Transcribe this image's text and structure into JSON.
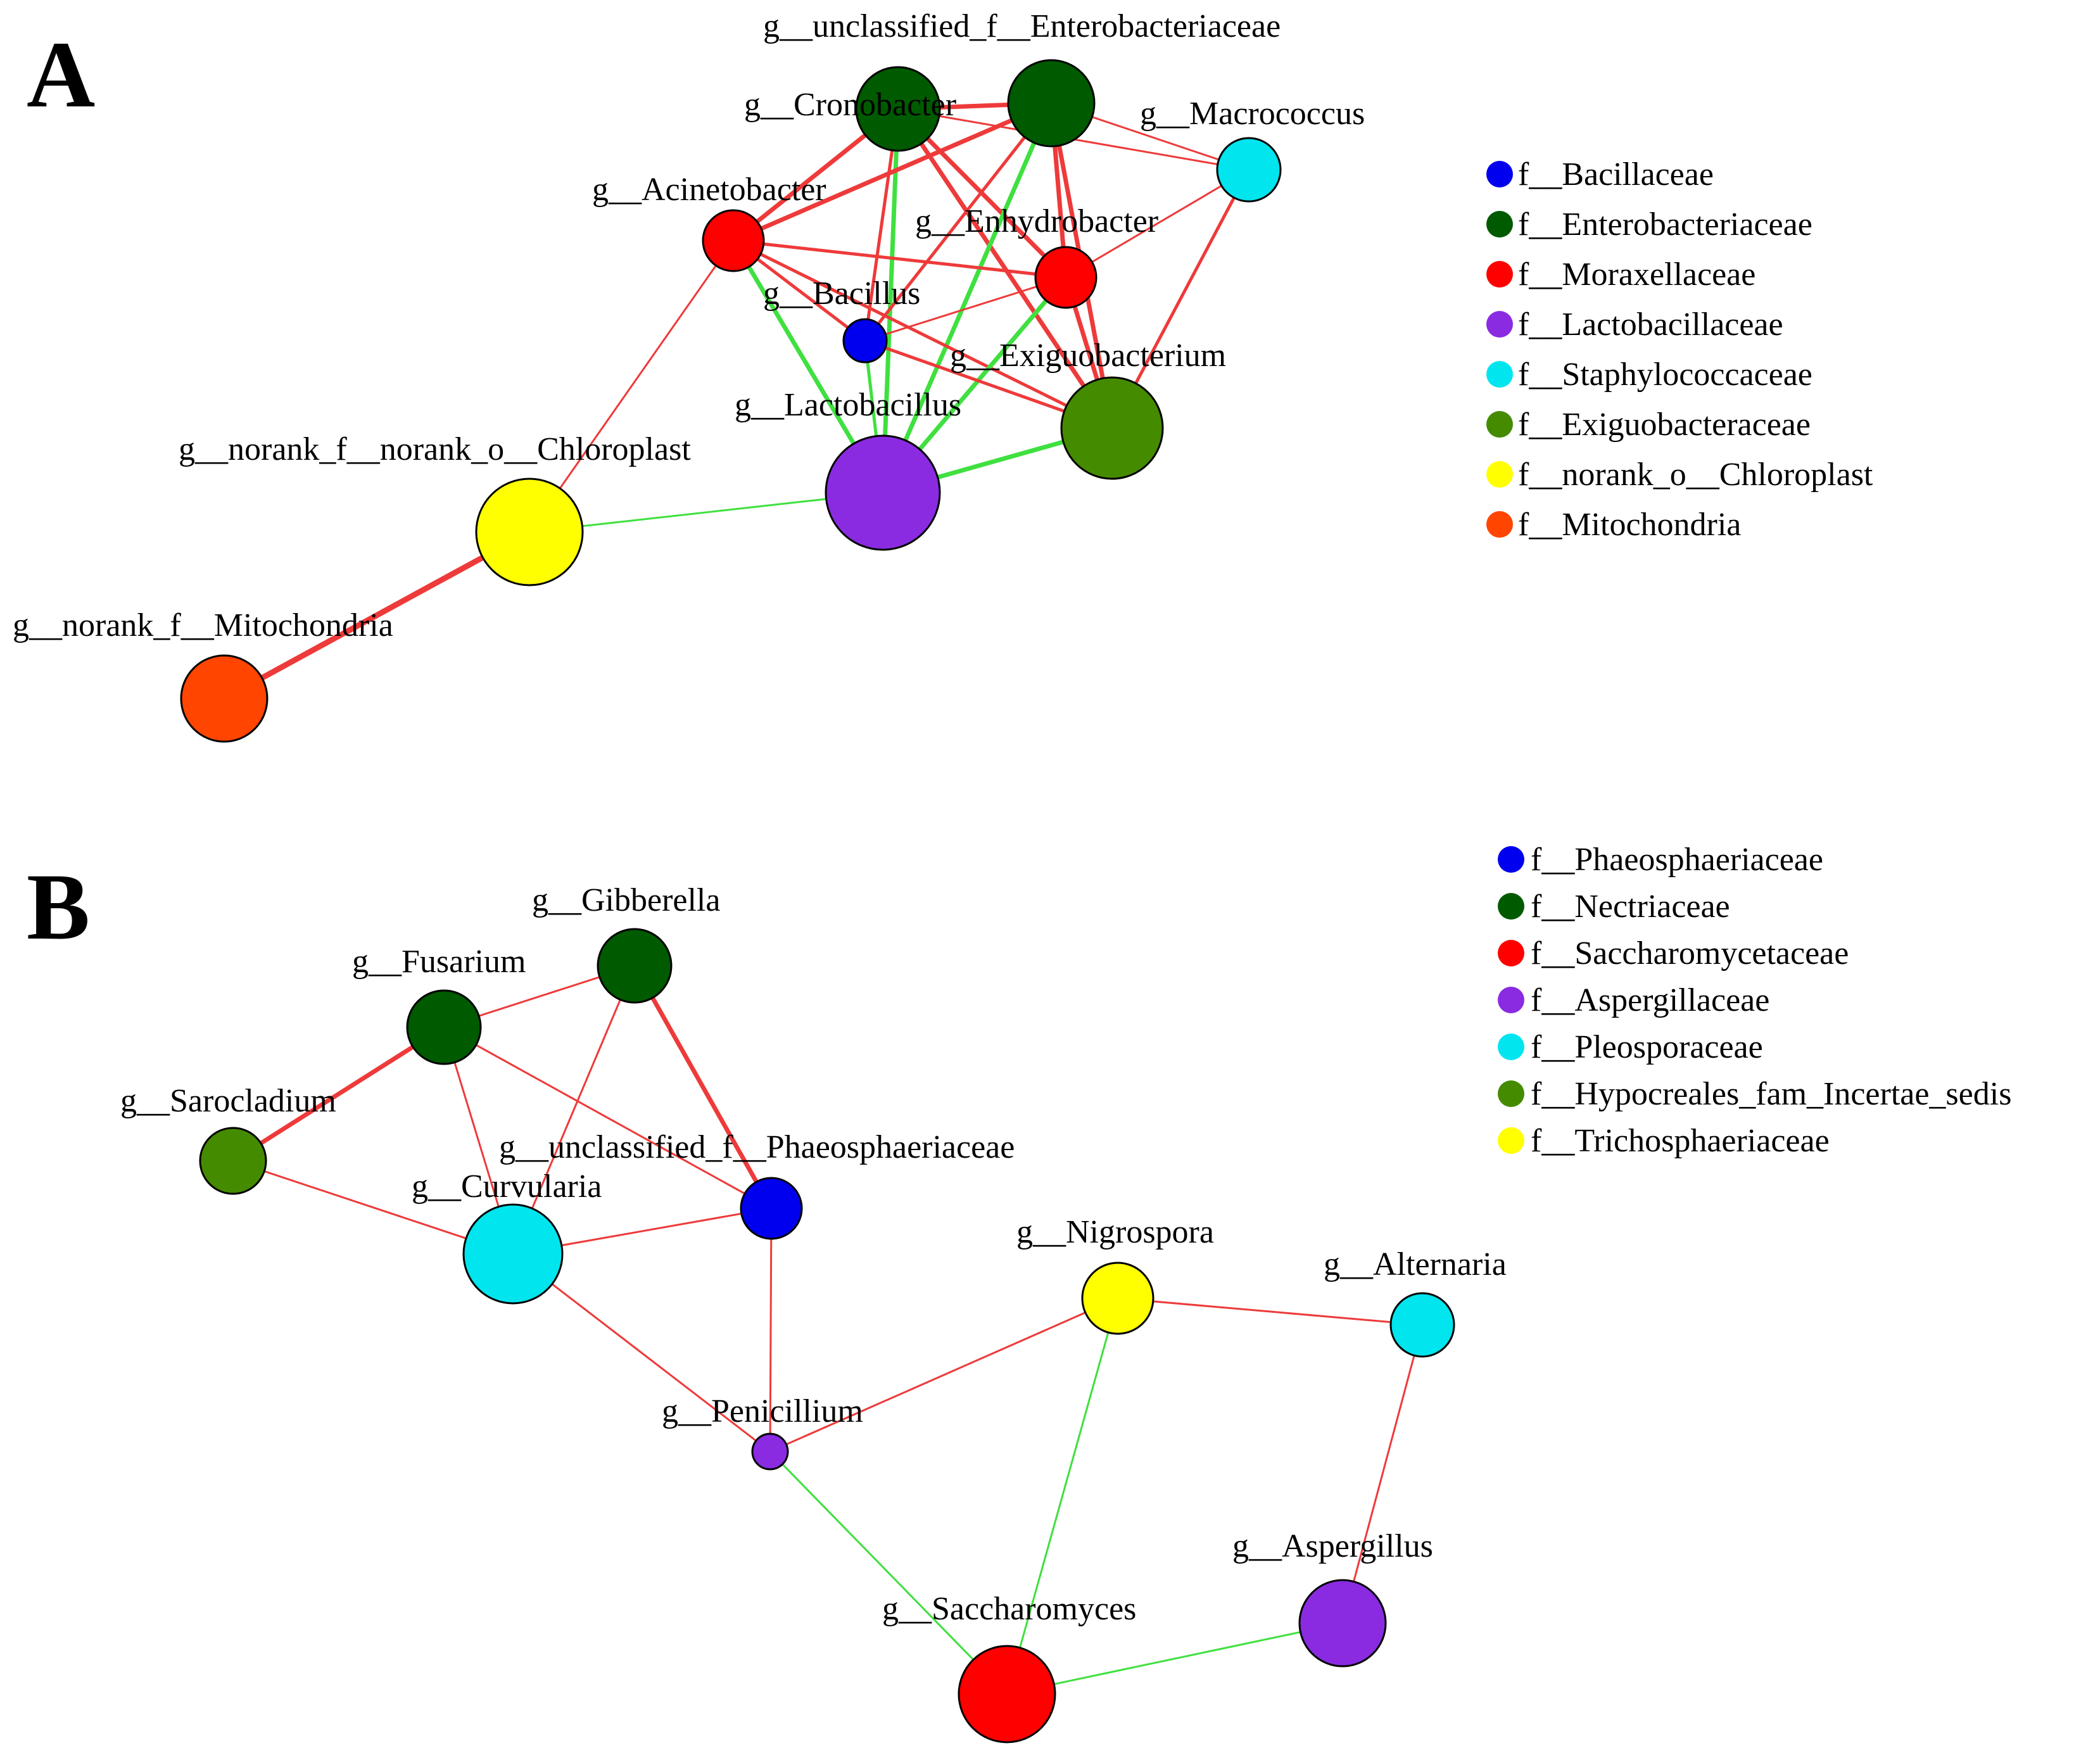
{
  "colors": {
    "positive_edge": "#ee3a3a",
    "negative_edge": "#3fe03f"
  },
  "panels": [
    {
      "letter": "A",
      "legend": [
        {
          "label": "f__Bacillaceae",
          "color": "#0000ee"
        },
        {
          "label": "f__Enterobacteriaceae",
          "color": "#005a00"
        },
        {
          "label": "f__Moraxellaceae",
          "color": "#ff0000"
        },
        {
          "label": "f__Lactobacillaceae",
          "color": "#8a2be2"
        },
        {
          "label": "f__Staphylococcaceae",
          "color": "#00e5ee"
        },
        {
          "label": "f__Exiguobacteraceae",
          "color": "#458b00"
        },
        {
          "label": "f__norank_o__Chloroplast",
          "color": "#ffff00"
        },
        {
          "label": "f__Mitochondria",
          "color": "#ff4500"
        }
      ],
      "nodes": [
        {
          "id": "cronobacter",
          "label": "g__Cronobacter",
          "color": "#005a00"
        },
        {
          "id": "unclassified_entero",
          "label": "g__unclassified_f__Enterobacteriaceae",
          "color": "#005a00"
        },
        {
          "id": "macrococcus",
          "label": "g__Macrococcus",
          "color": "#00e5ee"
        },
        {
          "id": "acinetobacter",
          "label": "g__Acinetobacter",
          "color": "#ff0000"
        },
        {
          "id": "enhydrobacter",
          "label": "g__Enhydrobacter",
          "color": "#ff0000"
        },
        {
          "id": "bacillus",
          "label": "g__Bacillus",
          "color": "#0000ee"
        },
        {
          "id": "exiguobacterium",
          "label": "g__Exiguobacterium",
          "color": "#458b00"
        },
        {
          "id": "lactobacillus",
          "label": "g__Lactobacillus",
          "color": "#8a2be2"
        },
        {
          "id": "chloroplast",
          "label": "g__norank_f__norank_o__Chloroplast",
          "color": "#ffff00"
        },
        {
          "id": "mitochondria",
          "label": "g__norank_f__Mitochondria",
          "color": "#ff4500"
        }
      ],
      "edges": [
        {
          "source": "cronobacter",
          "target": "unclassified_entero",
          "sign": "positive",
          "weight": 3
        },
        {
          "source": "cronobacter",
          "target": "macrococcus",
          "sign": "positive",
          "weight": 1
        },
        {
          "source": "cronobacter",
          "target": "acinetobacter",
          "sign": "positive",
          "weight": 3
        },
        {
          "source": "cronobacter",
          "target": "enhydrobacter",
          "sign": "positive",
          "weight": 3
        },
        {
          "source": "cronobacter",
          "target": "bacillus",
          "sign": "positive",
          "weight": 2
        },
        {
          "source": "cronobacter",
          "target": "exiguobacterium",
          "sign": "positive",
          "weight": 3
        },
        {
          "source": "cronobacter",
          "target": "lactobacillus",
          "sign": "negative",
          "weight": 3
        },
        {
          "source": "unclassified_entero",
          "target": "macrococcus",
          "sign": "positive",
          "weight": 1
        },
        {
          "source": "unclassified_entero",
          "target": "acinetobacter",
          "sign": "positive",
          "weight": 3
        },
        {
          "source": "unclassified_entero",
          "target": "enhydrobacter",
          "sign": "positive",
          "weight": 3
        },
        {
          "source": "unclassified_entero",
          "target": "bacillus",
          "sign": "positive",
          "weight": 2
        },
        {
          "source": "unclassified_entero",
          "target": "exiguobacterium",
          "sign": "positive",
          "weight": 3
        },
        {
          "source": "unclassified_entero",
          "target": "lactobacillus",
          "sign": "negative",
          "weight": 3
        },
        {
          "source": "macrococcus",
          "target": "enhydrobacter",
          "sign": "positive",
          "weight": 1
        },
        {
          "source": "macrococcus",
          "target": "exiguobacterium",
          "sign": "positive",
          "weight": 2
        },
        {
          "source": "acinetobacter",
          "target": "enhydrobacter",
          "sign": "positive",
          "weight": 2
        },
        {
          "source": "acinetobacter",
          "target": "bacillus",
          "sign": "positive",
          "weight": 2
        },
        {
          "source": "acinetobacter",
          "target": "exiguobacterium",
          "sign": "positive",
          "weight": 2
        },
        {
          "source": "acinetobacter",
          "target": "lactobacillus",
          "sign": "negative",
          "weight": 3
        },
        {
          "source": "acinetobacter",
          "target": "chloroplast",
          "sign": "positive",
          "weight": 1
        },
        {
          "source": "enhydrobacter",
          "target": "bacillus",
          "sign": "positive",
          "weight": 1
        },
        {
          "source": "enhydrobacter",
          "target": "exiguobacterium",
          "sign": "positive",
          "weight": 3
        },
        {
          "source": "enhydrobacter",
          "target": "lactobacillus",
          "sign": "negative",
          "weight": 3
        },
        {
          "source": "bacillus",
          "target": "exiguobacterium",
          "sign": "positive",
          "weight": 2
        },
        {
          "source": "bacillus",
          "target": "lactobacillus",
          "sign": "negative",
          "weight": 2
        },
        {
          "source": "exiguobacterium",
          "target": "lactobacillus",
          "sign": "negative",
          "weight": 3
        },
        {
          "source": "lactobacillus",
          "target": "chloroplast",
          "sign": "negative",
          "weight": 1
        },
        {
          "source": "chloroplast",
          "target": "mitochondria",
          "sign": "positive",
          "weight": 4
        }
      ]
    },
    {
      "letter": "B",
      "legend": [
        {
          "label": "f__Phaeosphaeriaceae",
          "color": "#0000ee"
        },
        {
          "label": "f__Nectriaceae",
          "color": "#005a00"
        },
        {
          "label": "f__Saccharomycetaceae",
          "color": "#ff0000"
        },
        {
          "label": "f__Aspergillaceae",
          "color": "#8a2be2"
        },
        {
          "label": "f__Pleosporaceae",
          "color": "#00e5ee"
        },
        {
          "label": "f__Hypocreales_fam_Incertae_sedis",
          "color": "#458b00"
        },
        {
          "label": "f__Trichosphaeriaceae",
          "color": "#ffff00"
        }
      ],
      "nodes": [
        {
          "id": "gibberella",
          "label": "g__Gibberella",
          "color": "#005a00"
        },
        {
          "id": "fusarium",
          "label": "g__Fusarium",
          "color": "#005a00"
        },
        {
          "id": "sarocladium",
          "label": "g__Sarocladium",
          "color": "#458b00"
        },
        {
          "id": "unclassified_phaeo",
          "label": "g__unclassified_f__Phaeosphaeriaceae",
          "color": "#0000ee"
        },
        {
          "id": "curvularia",
          "label": "g__Curvularia",
          "color": "#00e5ee"
        },
        {
          "id": "nigrospora",
          "label": "g__Nigrospora",
          "color": "#ffff00"
        },
        {
          "id": "alternaria",
          "label": "g__Alternaria",
          "color": "#00e5ee"
        },
        {
          "id": "penicillium",
          "label": "g__Penicillium",
          "color": "#8a2be2"
        },
        {
          "id": "aspergillus",
          "label": "g__Aspergillus",
          "color": "#8a2be2"
        },
        {
          "id": "saccharomyces",
          "label": "g__Saccharomyces",
          "color": "#ff0000"
        }
      ],
      "edges": [
        {
          "source": "gibberella",
          "target": "fusarium",
          "sign": "positive",
          "weight": 1
        },
        {
          "source": "gibberella",
          "target": "curvularia",
          "sign": "positive",
          "weight": 1
        },
        {
          "source": "gibberella",
          "target": "unclassified_phaeo",
          "sign": "positive",
          "weight": 3
        },
        {
          "source": "fusarium",
          "target": "sarocladium",
          "sign": "positive",
          "weight": 3
        },
        {
          "source": "fusarium",
          "target": "curvularia",
          "sign": "positive",
          "weight": 1
        },
        {
          "source": "fusarium",
          "target": "unclassified_phaeo",
          "sign": "positive",
          "weight": 1
        },
        {
          "source": "sarocladium",
          "target": "curvularia",
          "sign": "positive",
          "weight": 1
        },
        {
          "source": "curvularia",
          "target": "unclassified_phaeo",
          "sign": "positive",
          "weight": 1
        },
        {
          "source": "curvularia",
          "target": "penicillium",
          "sign": "positive",
          "weight": 1
        },
        {
          "source": "unclassified_phaeo",
          "target": "penicillium",
          "sign": "positive",
          "weight": 1
        },
        {
          "source": "penicillium",
          "target": "nigrospora",
          "sign": "positive",
          "weight": 1
        },
        {
          "source": "penicillium",
          "target": "saccharomyces",
          "sign": "negative",
          "weight": 1
        },
        {
          "source": "nigrospora",
          "target": "alternaria",
          "sign": "positive",
          "weight": 1
        },
        {
          "source": "nigrospora",
          "target": "saccharomyces",
          "sign": "negative",
          "weight": 1
        },
        {
          "source": "alternaria",
          "target": "aspergillus",
          "sign": "positive",
          "weight": 1
        },
        {
          "source": "saccharomyces",
          "target": "aspergillus",
          "sign": "negative",
          "weight": 1
        }
      ]
    }
  ]
}
